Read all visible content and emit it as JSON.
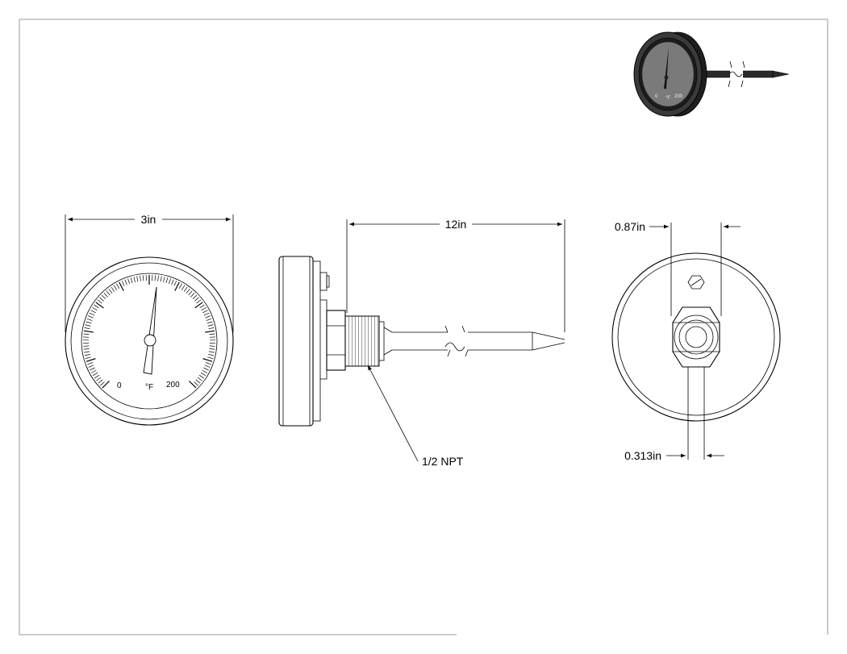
{
  "dimensions": {
    "dial_diameter": "3in",
    "stem_length": "12in",
    "hex_width": "0.87in",
    "stem_diameter": "0.313in",
    "thread": "1/2 NPT"
  },
  "dial": {
    "min_label": "0",
    "max_label": "200",
    "unit_label": "°F"
  },
  "iso_dial": {
    "min_label": "0",
    "unit_label": "°F",
    "max_label": "200"
  }
}
